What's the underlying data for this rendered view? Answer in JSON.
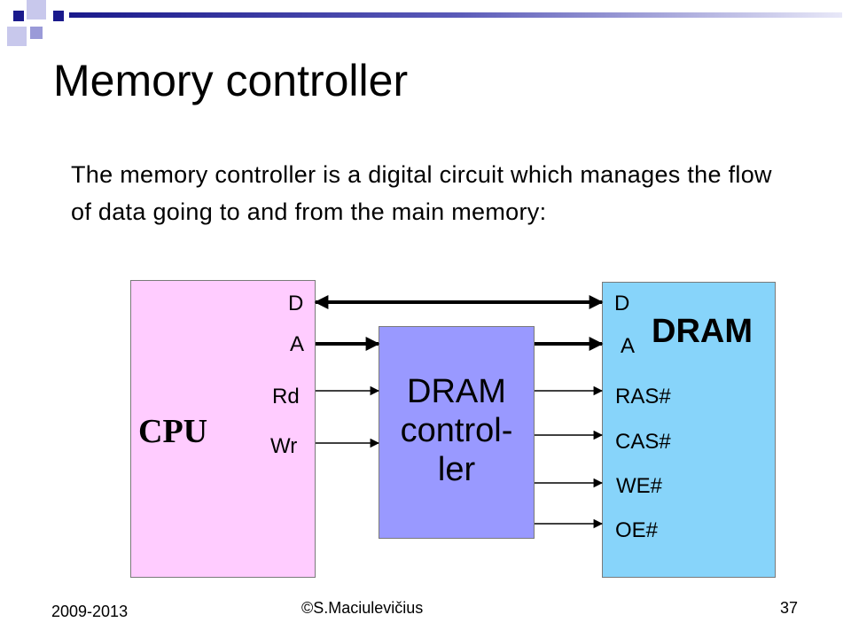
{
  "slide": {
    "title": "Memory controller",
    "body": "The memory controller is a digital circuit which manages the flow of data going to and from the main memory:"
  },
  "diagram": {
    "cpu": {
      "name": "CPU",
      "pins": {
        "d": "D",
        "a": "A",
        "rd": "Rd",
        "wr": "Wr"
      }
    },
    "controller": {
      "line1": "DRAM",
      "line2": "control-",
      "line3": "ler"
    },
    "dram": {
      "name": "DRAM",
      "pins": {
        "d": "D",
        "a": "A",
        "ras": "RAS#",
        "cas": "CAS#",
        "we": "WE#",
        "oe": "OE#"
      }
    }
  },
  "footer": {
    "date": "2009-2013",
    "author": "©S.Maciulevičius",
    "page": "37"
  },
  "colors": {
    "cpu_fill": "#ffccff",
    "controller_fill": "#9999ff",
    "dram_fill": "#87d4fa",
    "accent_bar": "#1f1f8f"
  }
}
